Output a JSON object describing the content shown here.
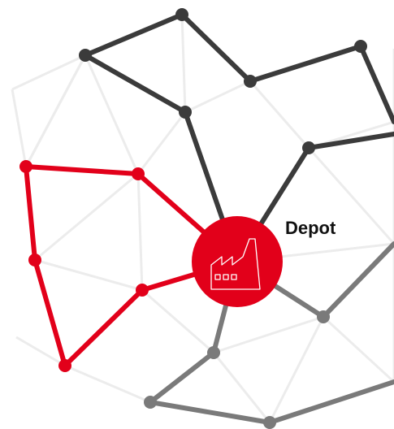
{
  "depot": {
    "label": "Depot",
    "icon": "factory-icon"
  },
  "colors": {
    "grid_edge": "#ececec",
    "route_dark": "#3b3b3b",
    "route_red": "#e2001a",
    "route_gray": "#7a7a7a",
    "depot_fill": "#e2001a",
    "icon_stroke": "#ffffff"
  },
  "routes": [
    {
      "name": "dark-route",
      "color": "#3b3b3b"
    },
    {
      "name": "red-route",
      "color": "#e2001a"
    },
    {
      "name": "gray-route",
      "color": "#7a7a7a"
    }
  ]
}
